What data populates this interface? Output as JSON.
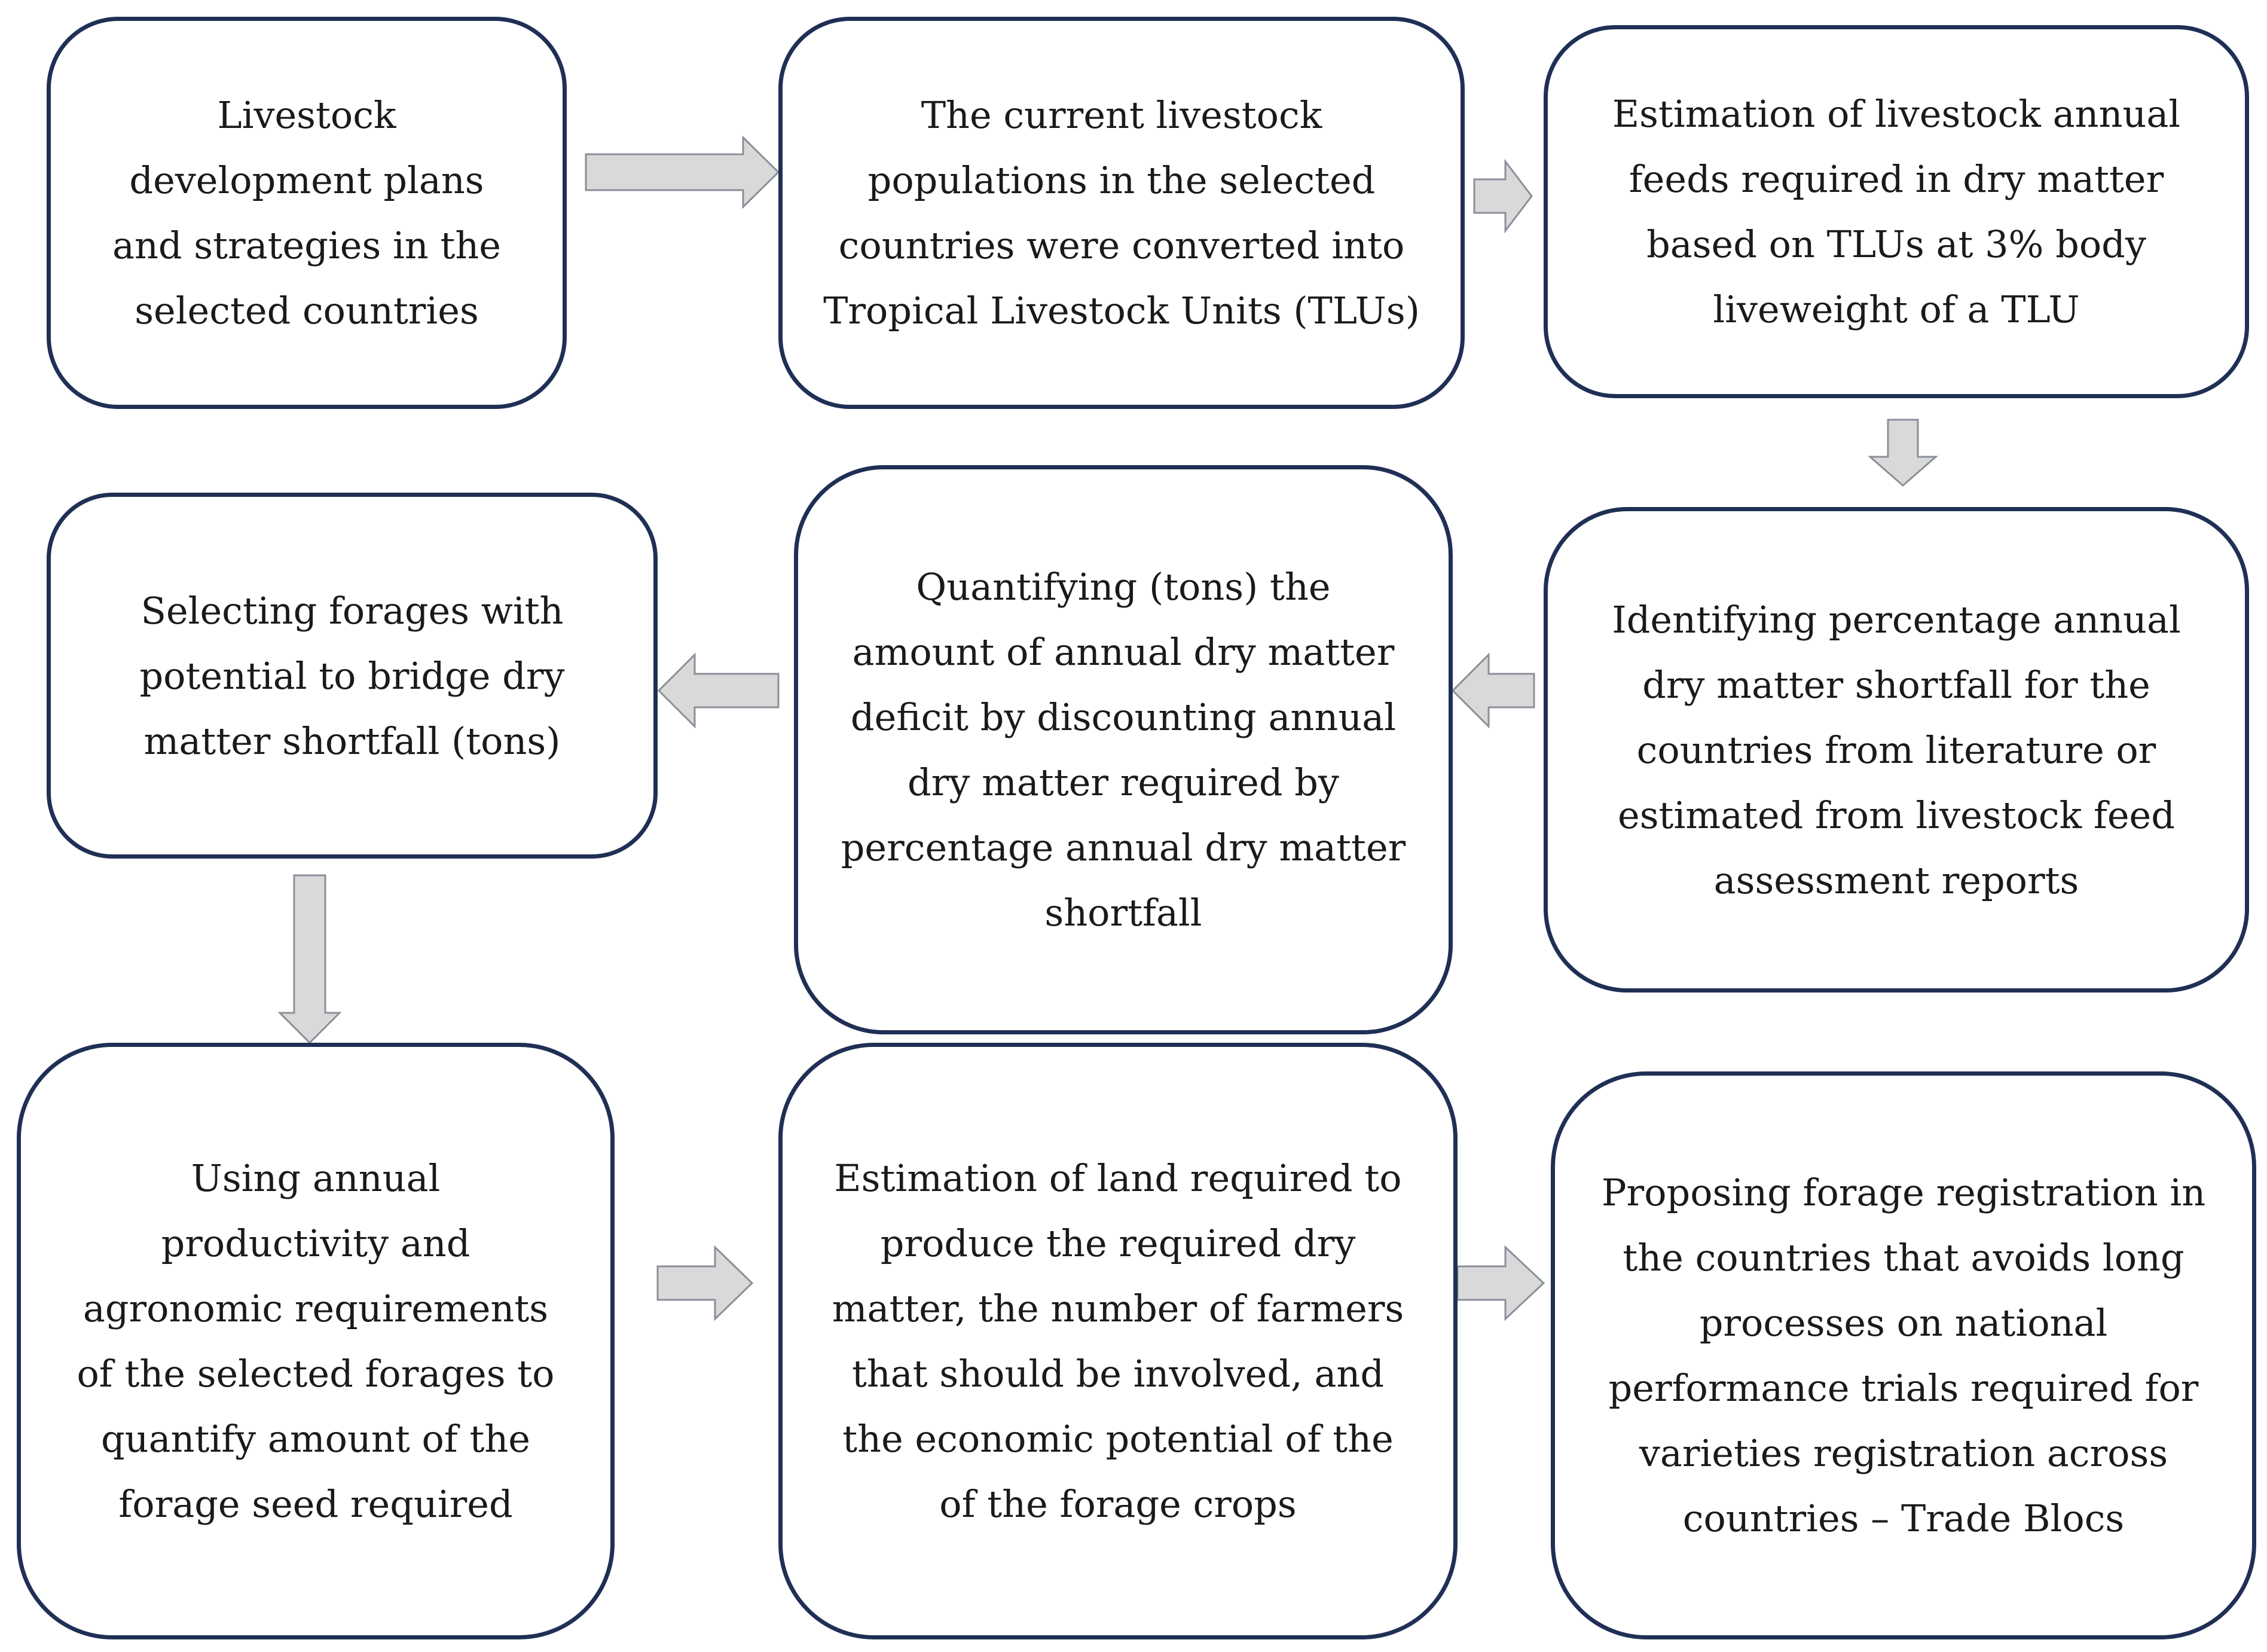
{
  "diagram": {
    "steps": [
      {
        "id": "step-1",
        "text": "Livestock\ndevelopment plans\nand strategies in the\nselected countries"
      },
      {
        "id": "step-2",
        "text": "The current livestock\npopulations in the selected\ncountries were converted into\nTropical Livestock Units (TLUs)"
      },
      {
        "id": "step-3",
        "text": "Estimation of livestock annual\nfeeds required in dry matter\nbased on TLUs at 3% body\nliveweight of a TLU"
      },
      {
        "id": "step-4",
        "text": "Identifying percentage annual\ndry matter shortfall for the\ncountries from literature or\nestimated from livestock feed\nassessment reports"
      },
      {
        "id": "step-5",
        "text": "Quantifying (tons) the\namount of annual dry matter\ndeficit by discounting annual\ndry matter required by\npercentage annual dry matter\nshortfall"
      },
      {
        "id": "step-6",
        "text": "Selecting forages with\npotential to bridge dry\nmatter shortfall (tons)"
      },
      {
        "id": "step-7",
        "text": "Using annual\nproductivity and\nagronomic requirements\nof the selected forages to\nquantify amount of the\nforage seed required"
      },
      {
        "id": "step-8",
        "text": "Estimation of land required to\nproduce the required dry\nmatter, the number of farmers\nthat should be involved, and\nthe economic potential of the\nof the forage crops"
      },
      {
        "id": "step-9",
        "text": "Proposing forage registration in\nthe countries that avoids long\nprocesses on national\nperformance trials required for\nvarieties registration across\ncountries – Trade Blocs"
      }
    ],
    "colors": {
      "box_border": "#1f2f55",
      "arrow_fill": "#d9d9d9",
      "arrow_stroke": "#8a8f99",
      "text": "#1a1a1a"
    }
  }
}
